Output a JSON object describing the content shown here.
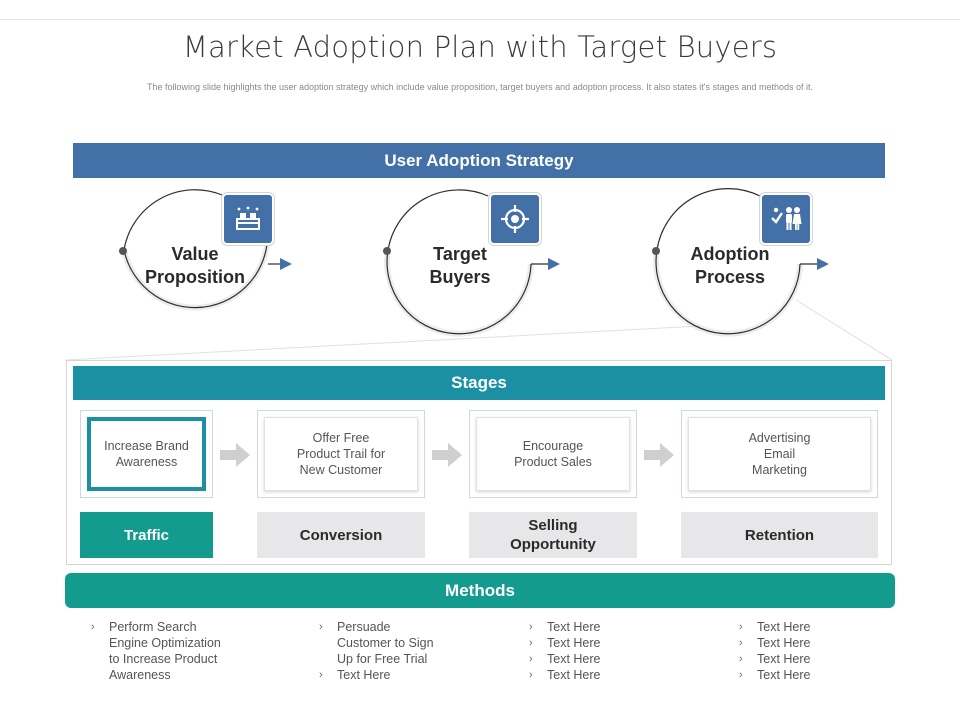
{
  "title": "Market Adoption Plan with Target Buyers",
  "subtitle": "The following slide highlights the user adoption strategy which include value proposition, target buyers and adoption process. It also states it's stages and methods of it.",
  "strategy": {
    "header": "User Adoption Strategy",
    "items": [
      {
        "label": "Value\nProposition",
        "icon": "product-boxes-icon"
      },
      {
        "label": "Target\nBuyers",
        "icon": "target-icon"
      },
      {
        "label": "Adoption\nProcess",
        "icon": "people-adoption-icon"
      }
    ]
  },
  "stages": {
    "header": "Stages",
    "items": [
      {
        "card": "Increase Brand\nAwareness",
        "tag": "Traffic"
      },
      {
        "card": "Offer Free\nProduct Trail for\nNew Customer",
        "tag": "Conversion"
      },
      {
        "card": "Encourage\nProduct Sales",
        "tag": "Selling\nOpportunity"
      },
      {
        "card": "Advertising\nEmail\nMarketing",
        "tag": "Retention"
      }
    ]
  },
  "methods": {
    "header": "Methods",
    "columns": [
      [
        "Perform Search\nEngine Optimization\nto Increase Product\nAwareness"
      ],
      [
        "Persuade\nCustomer to Sign\nUp for Free Trial",
        "Text Here"
      ],
      [
        "Text Here",
        "Text Here",
        "Text Here",
        "Text Here"
      ],
      [
        "Text Here",
        "Text Here",
        "Text Here",
        "Text Here"
      ]
    ]
  },
  "colors": {
    "strategy_band": "#4470a8",
    "stages_band": "#1b8fa3",
    "methods_band": "#139c8e",
    "active_tag": "#139c8e",
    "inactive_tag": "#e7e6e8"
  }
}
